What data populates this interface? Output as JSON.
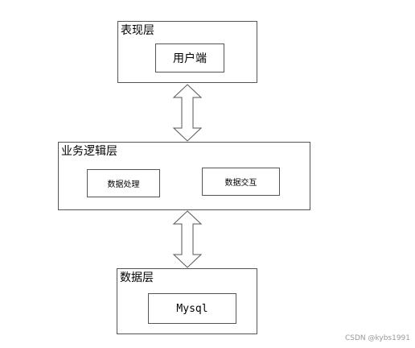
{
  "diagram": {
    "presentation_layer": {
      "title": "表现层",
      "client": "用户端"
    },
    "business_layer": {
      "title": "业务逻辑层",
      "data_processing": "数据处理",
      "data_exchange": "数据交互"
    },
    "data_layer": {
      "title": "数据层",
      "database": "Mysql"
    }
  },
  "watermark": "CSDN @kybs1991",
  "colors": {
    "border": "#555555",
    "watermark": "#9a9a9a"
  }
}
